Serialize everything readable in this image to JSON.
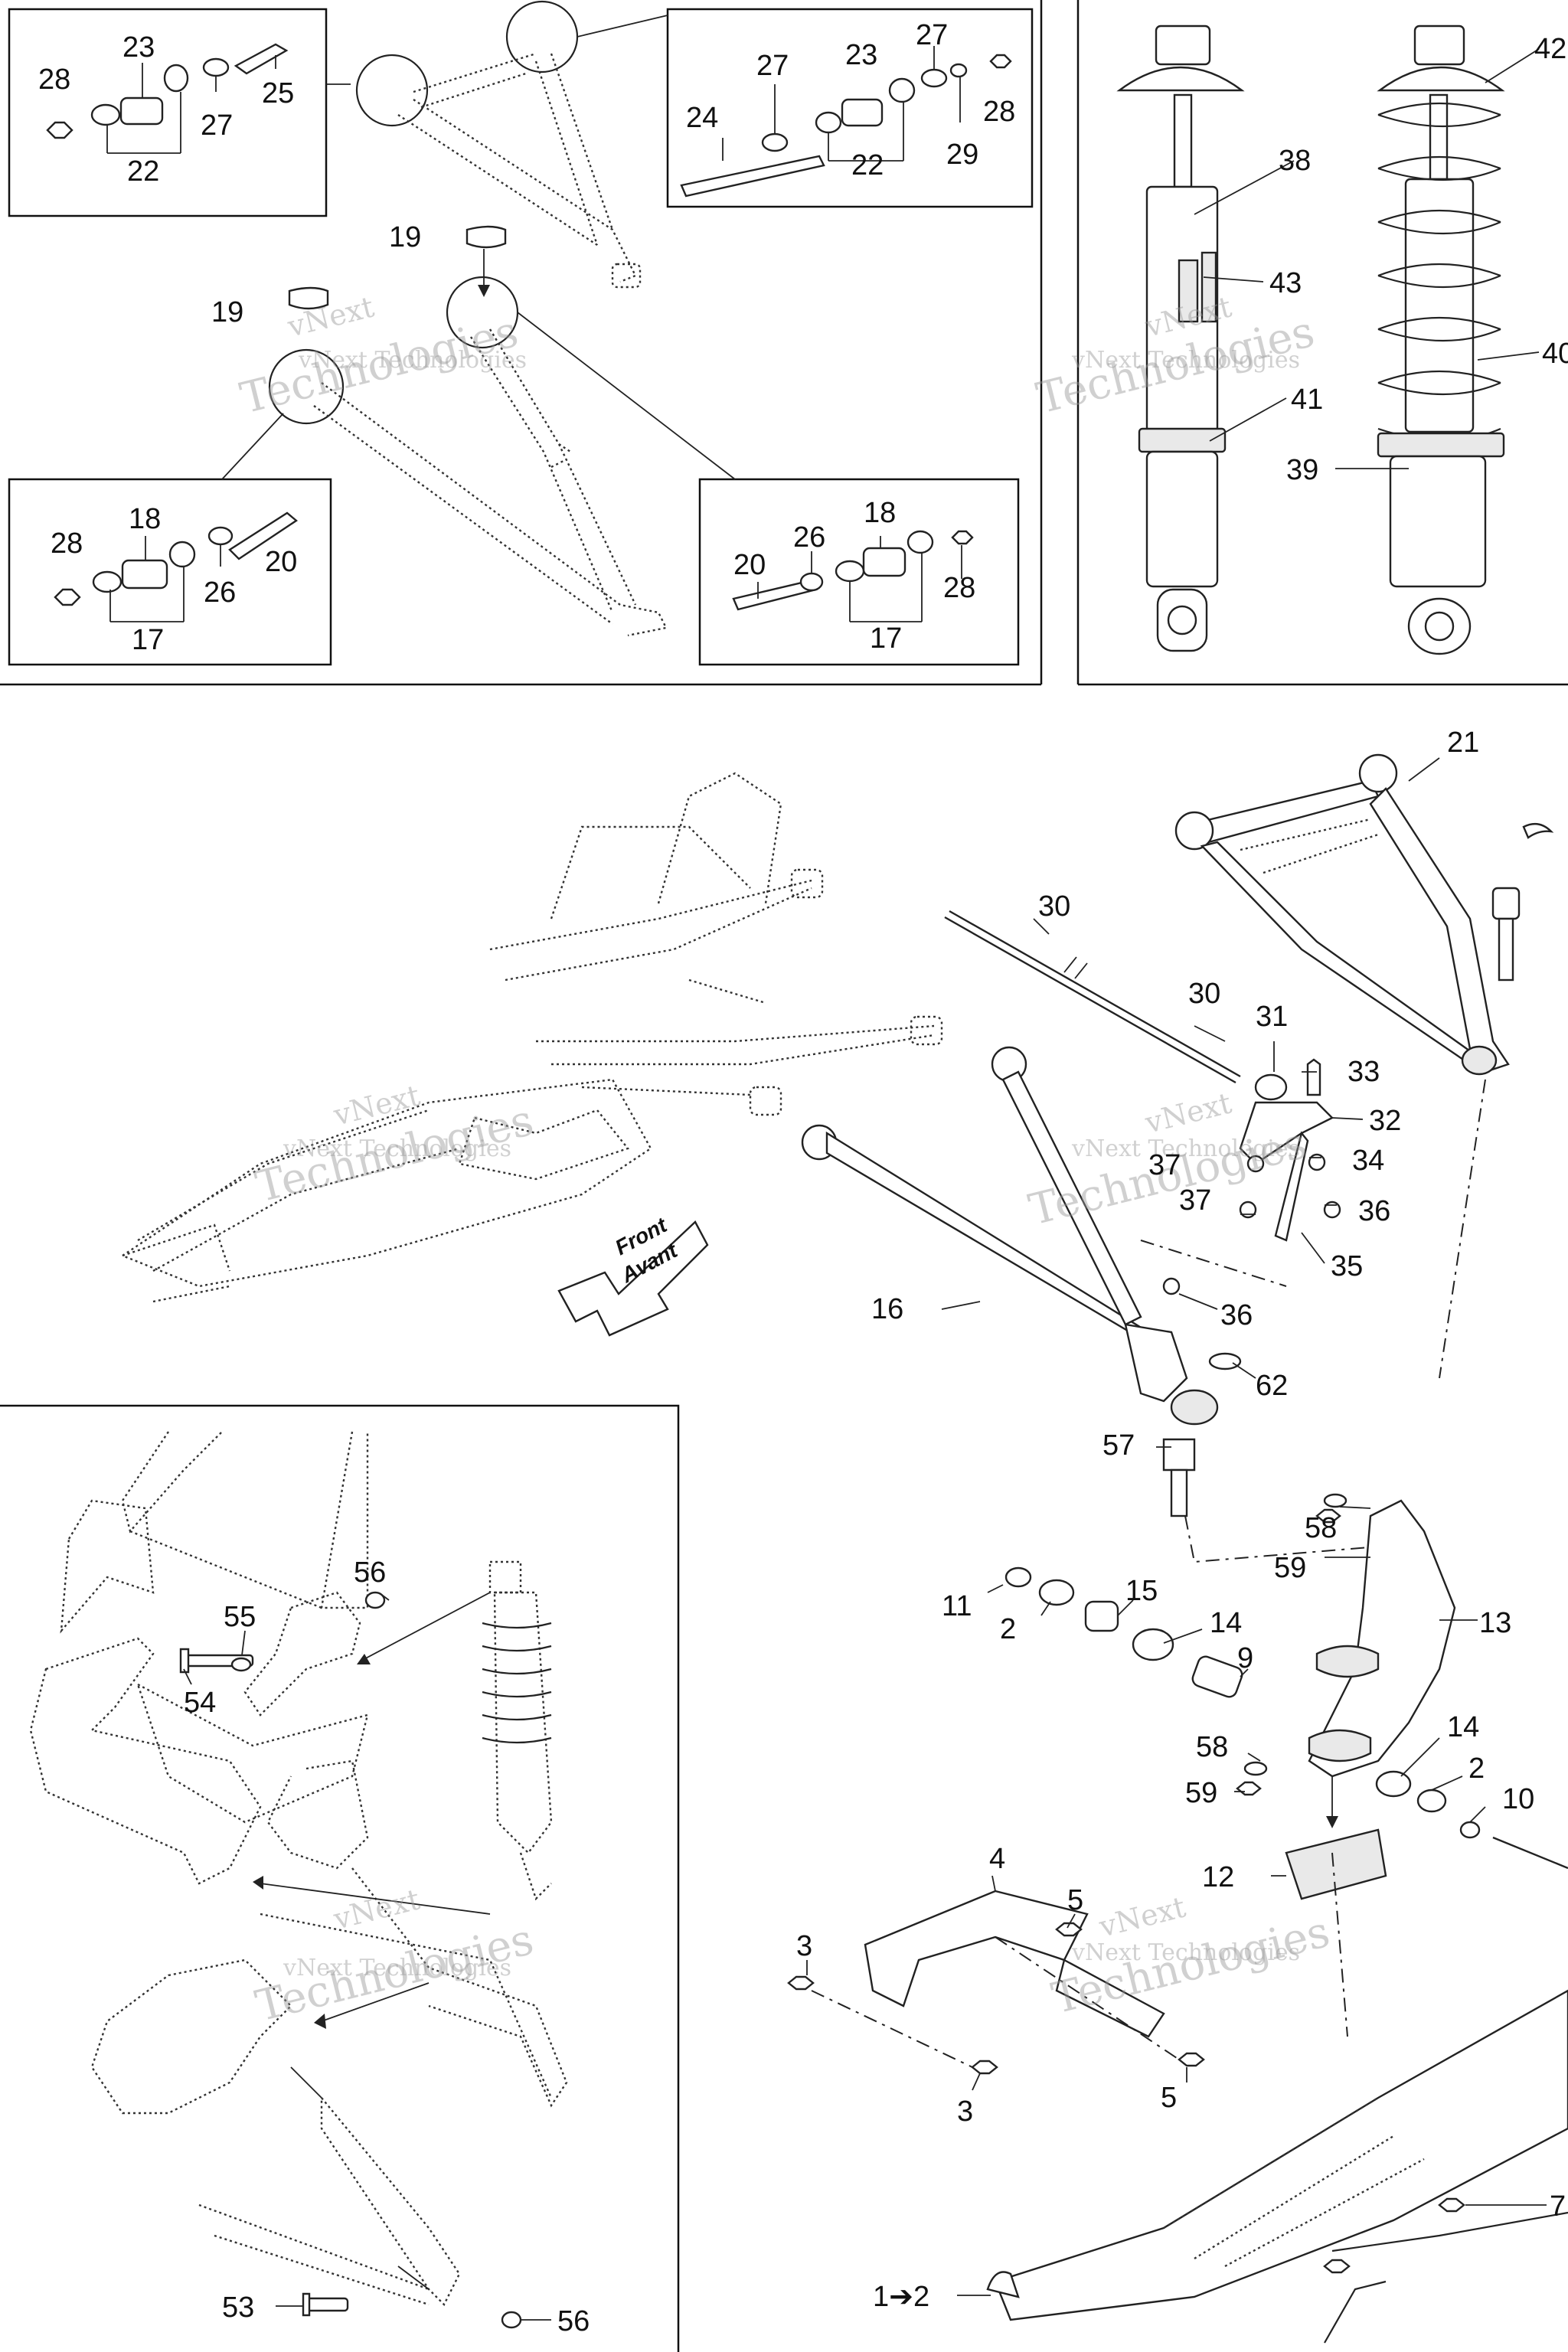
{
  "diagram": {
    "labels": {
      "c28a": "28",
      "c23a": "23",
      "c25": "25",
      "c27a": "27",
      "c22a": "22",
      "c27b": "27",
      "c23b": "23",
      "c27c": "27",
      "c24": "24",
      "c28b": "28",
      "c22b": "22",
      "c29": "29",
      "c19a": "19",
      "c19b": "19",
      "c28c": "28",
      "c18a": "18",
      "c20a": "20",
      "c26a": "26",
      "c17a": "17",
      "c18b": "18",
      "c26b": "26",
      "c20b": "20",
      "c28d": "28",
      "c17b": "17",
      "c38": "38",
      "c42": "42",
      "c43": "43",
      "c41": "41",
      "c40": "40",
      "c39": "39",
      "c21": "21",
      "c30a": "30",
      "c30b": "30",
      "c31": "31",
      "c33": "33",
      "c32": "32",
      "c37a": "37",
      "c34": "34",
      "c37b": "37",
      "c36a": "36",
      "c35": "35",
      "c16": "16",
      "c36b": "36",
      "c62": "62",
      "c57": "57",
      "c58a": "58",
      "c59a": "59",
      "c11": "11",
      "c15": "15",
      "c2a": "2",
      "c14a": "14",
      "c9": "9",
      "c13": "13",
      "c58b": "58",
      "c14b": "14",
      "c2b": "2",
      "c59b": "59",
      "c10": "10",
      "c12": "12",
      "c4": "4",
      "c5a": "5",
      "c3a": "3",
      "c5b": "5",
      "c3b": "3",
      "c1to2": "1➔2",
      "c7": "7",
      "c56a": "56",
      "c55": "55",
      "c54": "54",
      "c56b": "56",
      "c53": "53"
    },
    "front_arrow": {
      "line1": "Front",
      "line2": "Avant"
    },
    "watermark": {
      "line1": "vNext Technologies",
      "line2": "Technologies",
      "top": "vNext"
    }
  }
}
